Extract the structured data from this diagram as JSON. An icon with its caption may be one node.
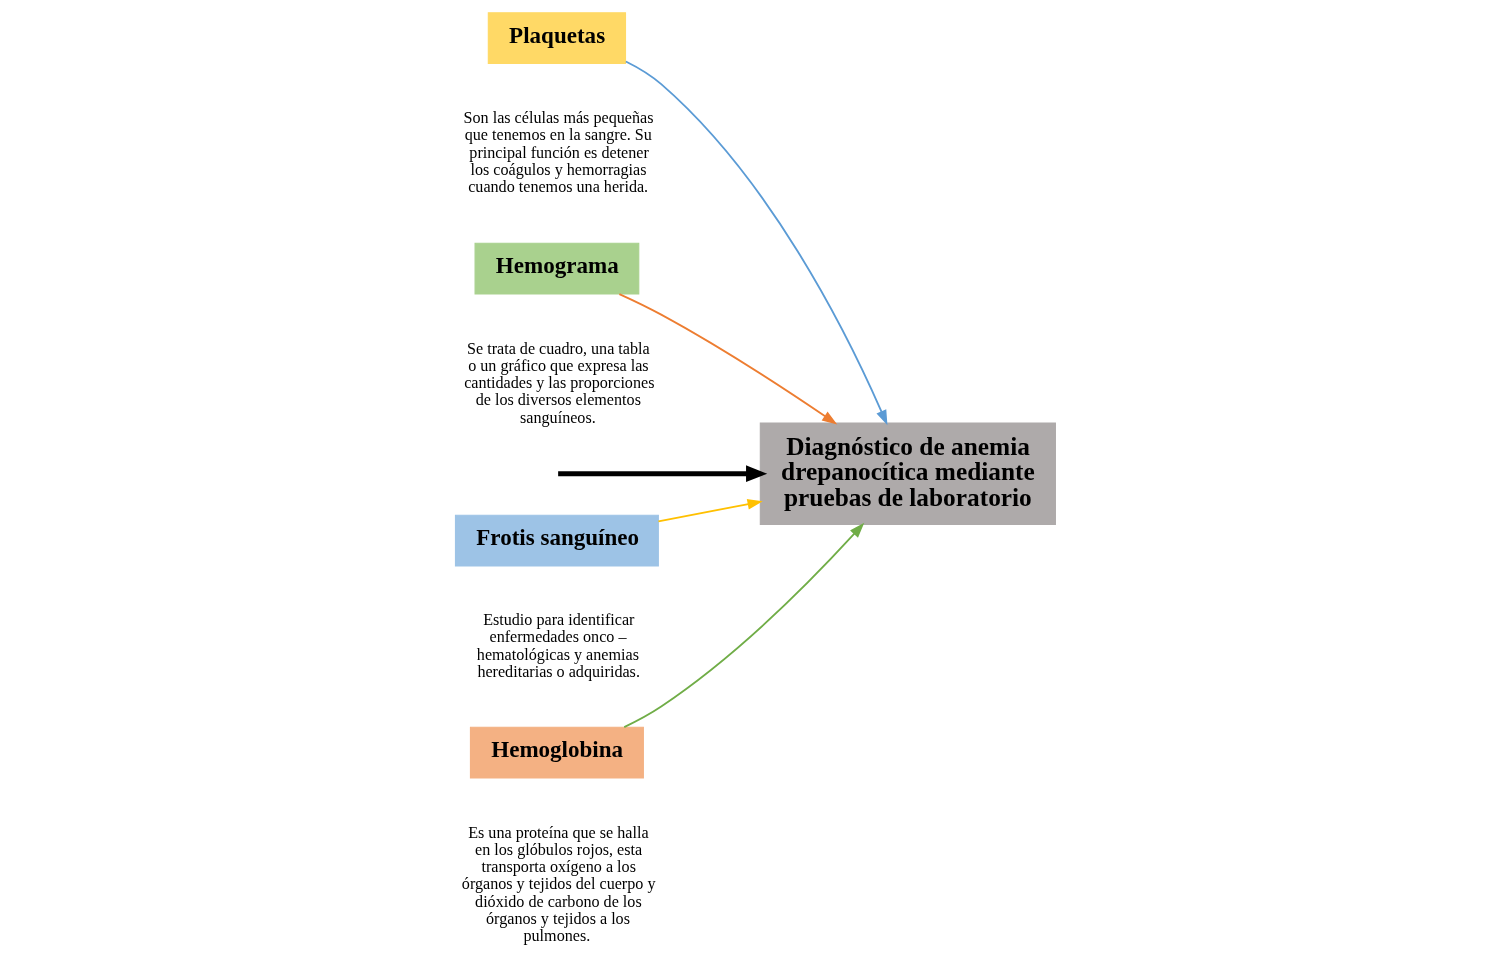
{
  "diagram": {
    "nodes": [
      {
        "text": [
          "Plaquetas"
        ],
        "beside": [
          "Son las células más pequeñas que tenemos en la sangre. Su principal función es detener los coágulos y hemorragias cuando tenemos una herida."
        ]
      },
      {
        "text": [
          "Hemograma"
        ],
        "beside": [
          "Se trata de cuadro, una tabla o un gráfico que expresa las cantidades y las proporciones de los diversos elementos sanguíneos."
        ]
      },
      {
        "text": [
          "Diagnóstico de anemia drepanocítica mediante pruebas de laboratorio"
        ]
      },
      {
        "text": [
          "Frotis sanguíneo"
        ],
        "beside": [
          "Estudio para identificar enfermedades onco – hematológicas y anemias hereditarias o adquiridas."
        ]
      },
      {
        "text": [
          "Hemoglobina"
        ],
        "beside": [
          "Es una proteína que se halla en los glóbulos rojos, esta transporta oxígeno a los órganos y tejidos del cuerpo y dióxido de carbono de los órganos y tejidos a los pulmones."
        ]
      }
    ],
    "edges": [
      {
        "from": null,
        "to": 2,
        "arrow": "to",
        "style": "thick",
        "color": "#000000"
      },
      {
        "from": 0,
        "to": 2,
        "arrow": "to",
        "color": "#5b9bd5"
      },
      {
        "from": 1,
        "to": 2,
        "arrow": "to",
        "color": "#ed7d31"
      },
      {
        "from": 3,
        "to": 2,
        "arrow": "to",
        "color": "#ffc000"
      },
      {
        "from": 4,
        "to": 2,
        "arrow": "to",
        "color": "#70ad47"
      }
    ]
  }
}
